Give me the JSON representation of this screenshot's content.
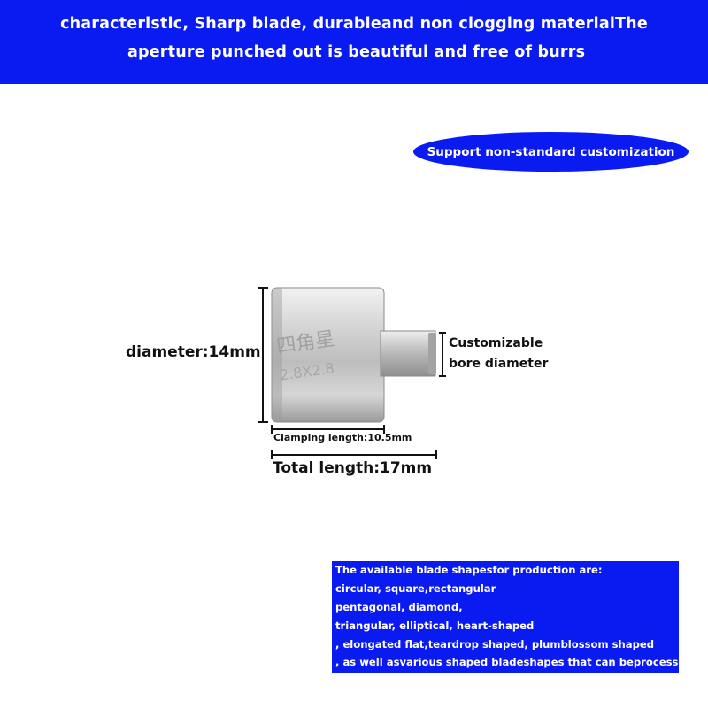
{
  "banner": {
    "line1": "characteristic, Sharp blade, durableand non clogging materialThe",
    "line2": "aperture punched out is beautiful and free of burrs"
  },
  "badge": {
    "text": "Support non-standard customization"
  },
  "product": {
    "engraving_line1": "四角星",
    "engraving_line2": "2.8X2.8"
  },
  "dimensions": {
    "diameter": "diameter:14mm",
    "bore_line1": "Customizable",
    "bore_line2": "bore diameter",
    "clamping": "Clamping length:10.5mm",
    "total": "Total length:17mm"
  },
  "shapes_box": {
    "lines": [
      "The available blade shapesfor production are:",
      "circular, square,rectangular",
      "pentagonal, diamond,",
      "triangular, elliptical, heart-shaped",
      ", elongated flat,teardrop shaped, plumblossom shaped",
      ", as well asvarious shaped bladeshapes that can beprocessed."
    ]
  },
  "colors": {
    "brand_blue": "#0a1bf2",
    "metal": "#c9c9c9"
  }
}
